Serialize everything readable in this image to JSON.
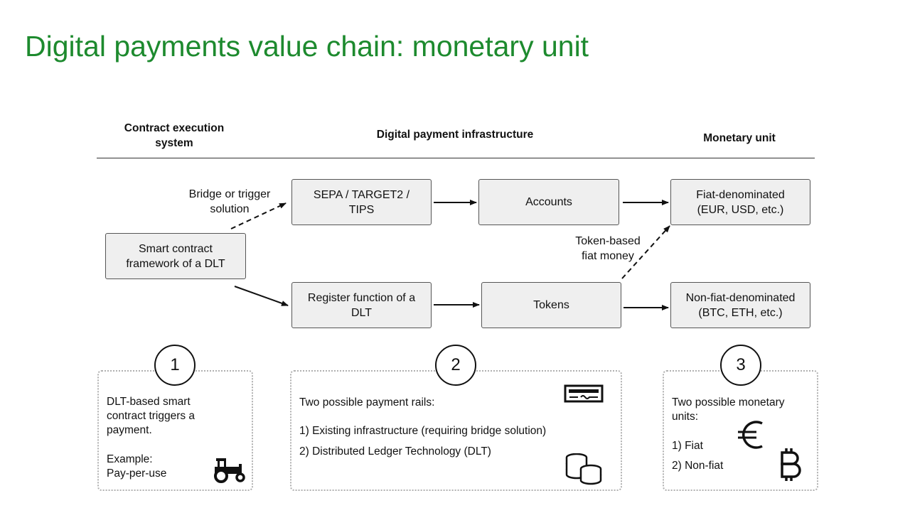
{
  "title": "Digital payments value chain: monetary unit",
  "headers": {
    "left": "Contract execution\nsystem",
    "middle": "Digital payment infrastructure",
    "right": "Monetary unit"
  },
  "nodes": {
    "smart_contract": "Smart contract\nframework of a DLT",
    "sepa": "SEPA / TARGET2 /\nTIPS",
    "accounts": "Accounts",
    "fiat": "Fiat-denominated\n(EUR, USD, etc.)",
    "register": "Register function of a\nDLT",
    "tokens": "Tokens",
    "nonfiat": "Non-fiat-denominated\n(BTC, ETH, etc.)"
  },
  "labels": {
    "bridge": "Bridge or trigger\nsolution",
    "token_fiat": "Token-based\nfiat money"
  },
  "panels": {
    "p1": {
      "number": "1",
      "text": "DLT-based smart\ncontract triggers a\npayment.",
      "example": "Example:\nPay-per-use"
    },
    "p2": {
      "number": "2",
      "intro": "Two possible payment rails:",
      "item1": "1)  Existing infrastructure (requiring bridge solution)",
      "item2": "2)  Distributed Ledger Technology (DLT)"
    },
    "p3": {
      "number": "3",
      "intro": "Two possible monetary\nunits:",
      "item1": "1)  Fiat",
      "item2": "2)  Non-fiat"
    }
  },
  "icons": {
    "tractor": "tractor-icon",
    "cheque": "cheque-icon",
    "coins": "coins-icon",
    "euro": "euro-icon",
    "bitcoin": "bitcoin-icon"
  },
  "colors": {
    "title": "#1d8a2e",
    "box_fill": "#efefef"
  }
}
